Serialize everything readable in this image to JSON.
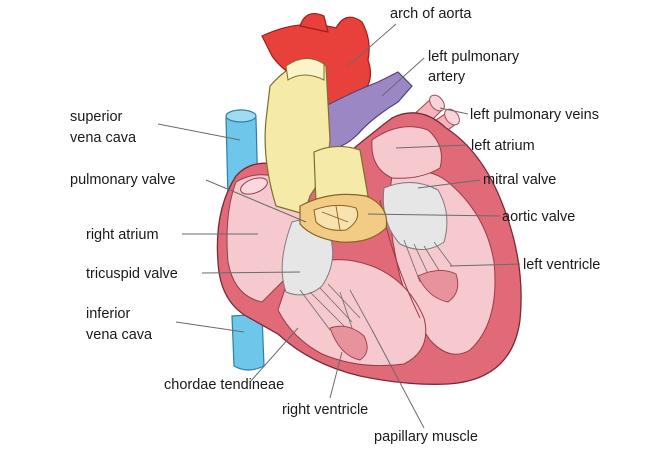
{
  "labels": {
    "arch_of_aorta": "arch of aorta",
    "left_pulmonary_artery": [
      "left pulmonary",
      "artery"
    ],
    "superior_vena_cava": [
      "superior",
      "vena cava"
    ],
    "left_pulmonary_veins": "left pulmonary veins",
    "left_atrium": "left atrium",
    "pulmonary_valve": "pulmonary valve",
    "mitral_valve": "mitral valve",
    "aortic_valve": "aortic valve",
    "right_atrium": "right atrium",
    "left_ventricle": "left ventricle",
    "tricuspid_valve": "tricuspid valve",
    "inferior_vena_cava": [
      "inferior",
      "vena cava"
    ],
    "chordae_tendineae": "chordae tendineae",
    "right_ventricle": "right ventricle",
    "papillary_muscle": "papillary muscle"
  },
  "colors": {
    "aorta": "#e8403a",
    "pulmonary_artery": "#9b87c4",
    "vena_cava": "#6ec6ea",
    "pulmonary_trunk": "#f6eaa8",
    "myocardium": "#e06a78",
    "chamber": "#f6c9cf",
    "valve": "#e6e6e6",
    "valve_ring": "#f2cc85"
  }
}
